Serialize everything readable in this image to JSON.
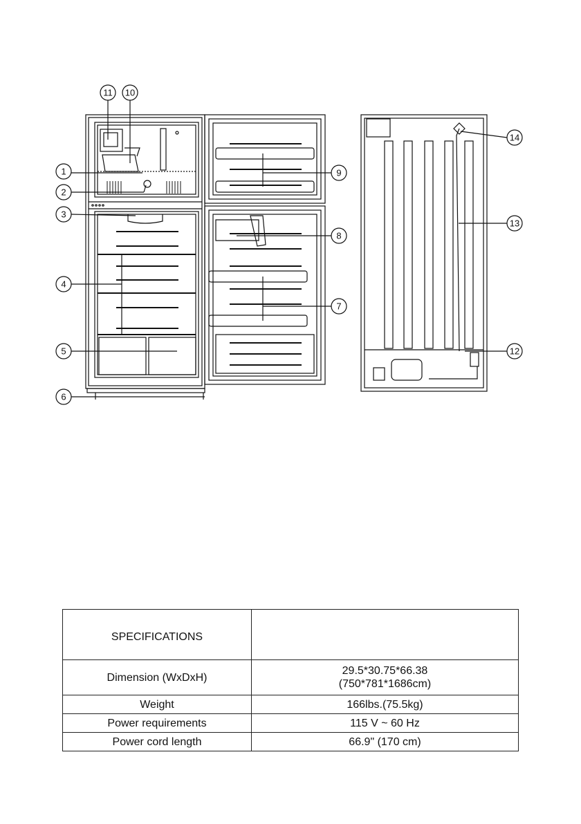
{
  "callouts": [
    {
      "n": "1",
      "label": "1"
    },
    {
      "n": "2",
      "label": "2"
    },
    {
      "n": "3",
      "label": "3"
    },
    {
      "n": "4",
      "label": "4"
    },
    {
      "n": "5",
      "label": "5"
    },
    {
      "n": "6",
      "label": "6"
    },
    {
      "n": "7",
      "label": "7"
    },
    {
      "n": "8",
      "label": "8"
    },
    {
      "n": "9",
      "label": "9"
    },
    {
      "n": "10",
      "label": "10"
    },
    {
      "n": "11",
      "label": "11"
    },
    {
      "n": "12",
      "label": "12"
    },
    {
      "n": "13",
      "label": "13"
    },
    {
      "n": "14",
      "label": "14"
    }
  ],
  "specs": {
    "header": "SPECIFICATIONS",
    "header_value": "",
    "rows": [
      {
        "label": "Dimension (WxDxH)",
        "value_line1": "29.5*30.75*66.38",
        "value_line2": "(750*781*1686cm)"
      },
      {
        "label": "Weight",
        "value_line1": "166lbs.(75.5kg)"
      },
      {
        "label": "Power requirements",
        "value_line1": "115 V ~ 60 Hz"
      },
      {
        "label": "Power cord length",
        "value_line1": "66.9\" (170 cm)"
      }
    ]
  }
}
